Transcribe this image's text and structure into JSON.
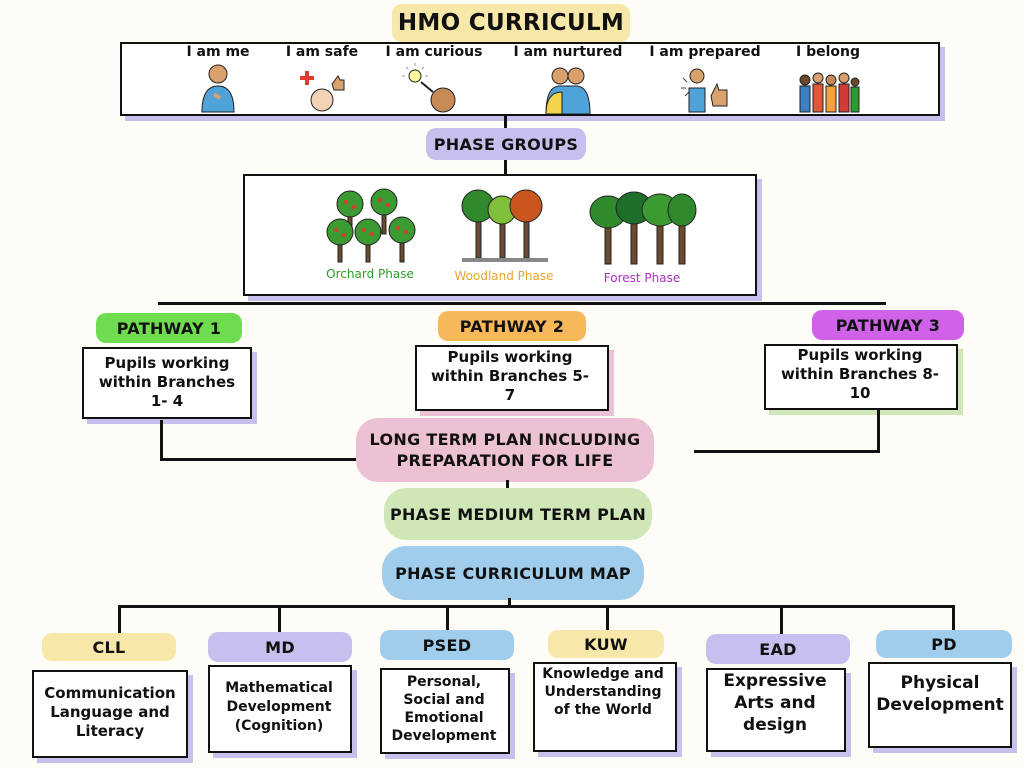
{
  "title": "HMO CURRICULM",
  "themes": [
    {
      "label": "I am me",
      "icon": "person-pointing-self-icon"
    },
    {
      "label": "I am safe",
      "icon": "safe-thumbs-up-icon"
    },
    {
      "label": "I am curious",
      "icon": "curious-lightbulb-icon"
    },
    {
      "label": "I am nurtured",
      "icon": "hugging-people-icon"
    },
    {
      "label": "I am prepared",
      "icon": "person-thumbs-up-icon"
    },
    {
      "label": "I belong",
      "icon": "group-of-people-icon"
    }
  ],
  "phase_groups": {
    "label": "PHASE GROUPS",
    "phases": [
      {
        "label": "Orchard Phase",
        "color": "#2f9a2c",
        "icon": "orchard-trees-icon"
      },
      {
        "label": "Woodland Phase",
        "color": "#e8a52c",
        "icon": "woodland-trees-icon"
      },
      {
        "label": "Forest Phase",
        "color": "#b02bc4",
        "icon": "forest-trees-icon"
      }
    ]
  },
  "pathways": [
    {
      "label": "PATHWAY 1",
      "color": "#6fdc4f",
      "text": "Pupils working within Branches 1- 4"
    },
    {
      "label": "PATHWAY 2",
      "color": "#f7b85a",
      "text": "Pupils working within Branches 5-7"
    },
    {
      "label": "PATHWAY 3",
      "color": "#cf62e8",
      "text": "Pupils working within Branches 8-10"
    }
  ],
  "long_term_plan": {
    "label": "LONG TERM PLAN INCLUDING PREPARATION FOR LIFE",
    "color": "#ecc1d4"
  },
  "medium_term_plan": {
    "label": "PHASE MEDIUM TERM PLAN",
    "color": "#cfe6b6"
  },
  "curriculum_map": {
    "label": "PHASE CURRICULUM MAP",
    "color": "#9fcdeb"
  },
  "areas": [
    {
      "code": "CLL",
      "color": "#f7e7a8",
      "name": "Communication Language and Literacy"
    },
    {
      "code": "MD",
      "color": "#c7c0ee",
      "name": "Mathematical Development (Cognition)"
    },
    {
      "code": "PSED",
      "color": "#9fcdeb",
      "name": "Personal, Social and Emotional Development"
    },
    {
      "code": "KUW",
      "color": "#f7e7a8",
      "name": "Knowledge and Understanding of the World"
    },
    {
      "code": "EAD",
      "color": "#c7c0ee",
      "name": "Expressive Arts and design"
    },
    {
      "code": "PD",
      "color": "#9fcdeb",
      "name": "Physical Development"
    }
  ]
}
